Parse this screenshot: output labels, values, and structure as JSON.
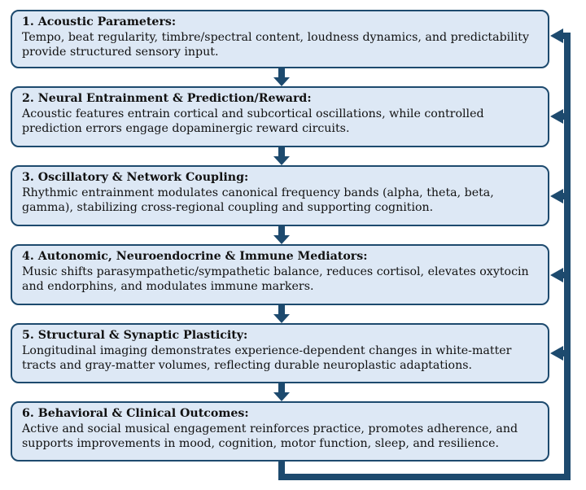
{
  "diagram": {
    "boxes": [
      {
        "title": "1. Acoustic Parameters:",
        "text": "Tempo, beat regularity, timbre/spectral content, loudness dynamics, and predictability provide structured sensory input."
      },
      {
        "title": "2. Neural Entrainment & Prediction/Reward:",
        "text": "Acoustic features entrain cortical and subcortical oscillations, while controlled prediction errors engage dopaminergic reward circuits."
      },
      {
        "title": "3. Oscillatory & Network Coupling:",
        "text": "Rhythmic entrainment modulates canonical frequency bands (alpha, theta, beta, gamma), stabilizing cross-regional coupling and supporting cognition."
      },
      {
        "title": "4. Autonomic, Neuroendocrine & Immune Mediators:",
        "text": "Music shifts parasympathetic/sympathetic balance, reduces cortisol, elevates oxytocin and endorphins, and modulates immune markers."
      },
      {
        "title": "5. Structural & Synaptic Plasticity:",
        "text": "Longitudinal imaging demonstrates experience-dependent changes in white-matter tracts and gray-matter volumes, reflecting durable neuroplastic adaptations."
      },
      {
        "title": "6. Behavioral & Clinical Outcomes:",
        "text": "Active and social musical engagement reinforces practice, promotes adherence, and supports improvements in mood, cognition, motor function, sleep, and resilience."
      }
    ],
    "colors": {
      "box_fill": "#dde8f5",
      "box_border": "#1d4a6e",
      "arrow": "#1d4a6e",
      "text": "#111111"
    }
  }
}
